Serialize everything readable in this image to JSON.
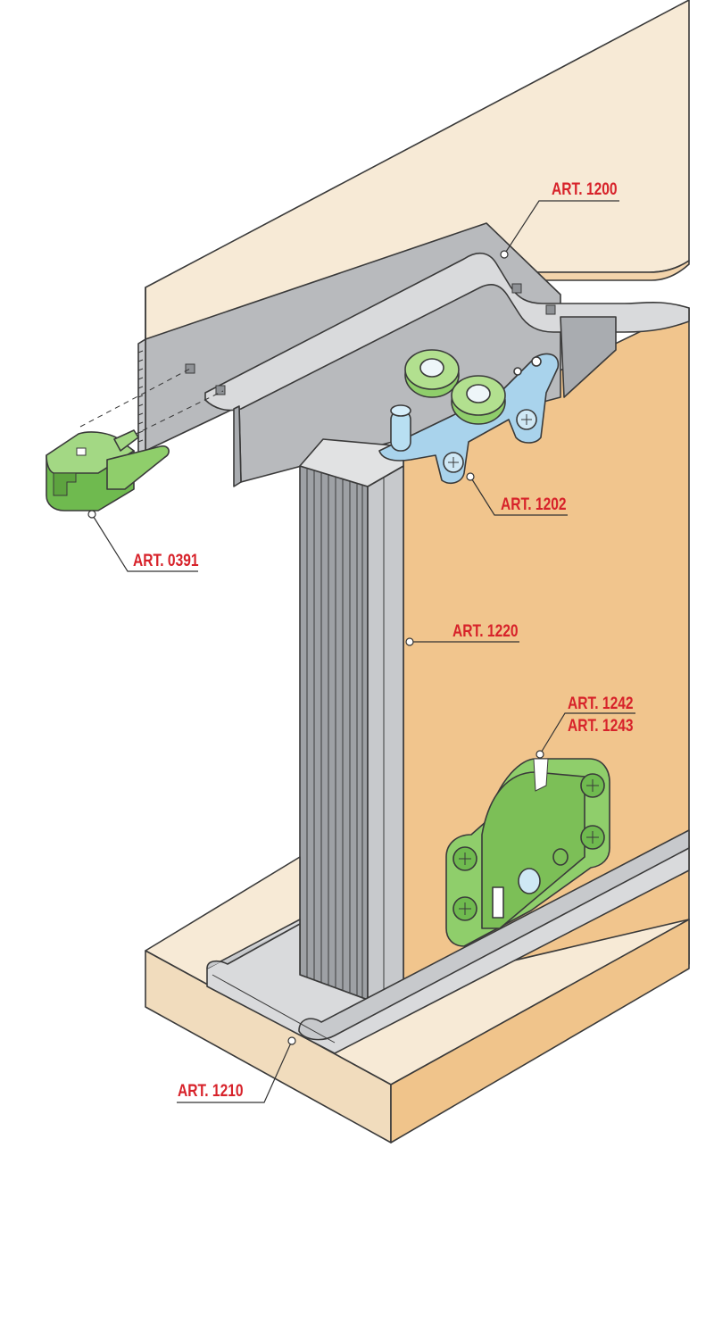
{
  "labels": {
    "art_1200": "ART. 1200",
    "art_1202": "ART. 1202",
    "art_0391": "ART. 0391",
    "art_1220": "ART. 1220",
    "art_1242": "ART. 1242",
    "art_1243": "ART. 1243",
    "art_1210": "ART. 1210"
  },
  "colors": {
    "callout_text": "#d7222a",
    "wood_top": "#f7ead6",
    "wood_front": "#f3d4ab",
    "door": "#f1c58d",
    "aluminium": "#c7c9cc",
    "aluminium_dark": "#9ea1a5",
    "plastic_green": "#8fce6b",
    "bracket_blue": "#a9d3ec"
  }
}
